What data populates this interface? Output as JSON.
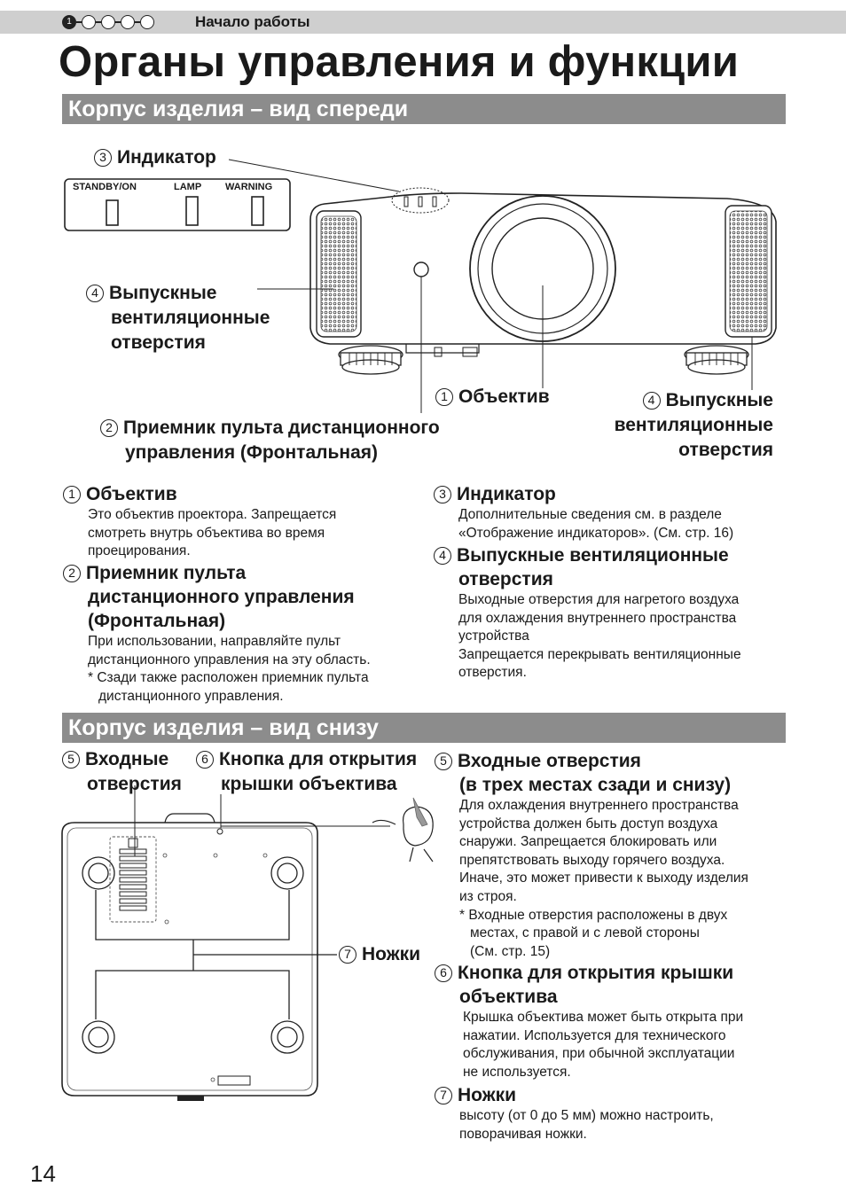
{
  "header": {
    "steps": [
      "1",
      "",
      "",
      "",
      ""
    ],
    "chapter": "Начало работы",
    "title": "Органы управления и функции"
  },
  "front": {
    "section_title": "Корпус изделия – вид спереди",
    "indicator_panel": {
      "standby": "STANDBY/ON",
      "lamp": "LAMP",
      "warning": "WARNING"
    },
    "callouts": {
      "indicator": {
        "num": "3",
        "text": "Индикатор"
      },
      "vents_left": {
        "num": "4",
        "lines": [
          "Выпускные",
          "вентиляционные",
          "отверстия"
        ]
      },
      "lens": {
        "num": "1",
        "text": "Объектив"
      },
      "vents_right": {
        "num": "4",
        "lines": [
          "Выпускные",
          "вентиляционные",
          "отверстия"
        ]
      },
      "receiver": {
        "num": "2",
        "lines": [
          "Приемник пульта дистанционного",
          "управления (Фронтальная)"
        ]
      }
    },
    "desc": {
      "lens": {
        "num": "1",
        "title": "Объектив",
        "lines": [
          "Это объектив проектора. Запрещается",
          "смотреть внутрь объектива во время",
          "проецирования."
        ]
      },
      "receiver": {
        "num": "2",
        "title_lines": [
          "Приемник пульта",
          "дистанционного управления",
          "(Фронтальная)"
        ],
        "lines": [
          "При использовании, направляйте пульт",
          "дистанционного управления на эту область."
        ],
        "note_lines": [
          "* Сзади также расположен приемник пульта",
          "дистанционного управления."
        ]
      },
      "indicator": {
        "num": "3",
        "title": "Индикатор",
        "lines": [
          "Дополнительные сведения см. в разделе",
          "«Отображение индикаторов». (См. стр. 16)"
        ]
      },
      "vents": {
        "num": "4",
        "title_lines": [
          "Выпускные вентиляционные",
          "отверстия"
        ],
        "lines": [
          "Выходные отверстия для нагретого воздуха",
          "для охлаждения внутреннего пространства",
          "устройства",
          "Запрещается перекрывать вентиляционные",
          "отверстия."
        ]
      }
    }
  },
  "bottom": {
    "section_title": "Корпус изделия – вид снизу",
    "callouts": {
      "intake": {
        "num": "5",
        "lines": [
          "Входные",
          "отверстия"
        ]
      },
      "lens_button": {
        "num": "6",
        "lines": [
          "Кнопка для открытия",
          "крышки объектива"
        ]
      },
      "feet": {
        "num": "7",
        "text": "Ножки"
      }
    },
    "desc": {
      "intake": {
        "num": "5",
        "title_lines": [
          "Входные отверстия",
          "(в трех местах сзади и снизу)"
        ],
        "lines": [
          "Для охлаждения внутреннего пространства",
          "устройства должен быть доступ воздуха",
          "снаружи. Запрещается блокировать или",
          "препятствовать выходу горячего воздуха.",
          "Иначе, это может привести к выходу изделия",
          "из строя."
        ],
        "note_lines": [
          "* Входные отверстия расположены в двух",
          "местах, с правой и с левой стороны",
          "(См. стр. 15)"
        ]
      },
      "lens_button": {
        "num": "6",
        "title_lines": [
          "Кнопка для открытия крышки",
          "объектива"
        ],
        "lines": [
          "Крышка объектива может быть открыта при",
          "нажатии. Используется для технического",
          "обслуживания, при обычной эксплуатации",
          "не используется."
        ]
      },
      "feet": {
        "num": "7",
        "title": "Ножки",
        "lines": [
          "высоту (от 0 до 5 мм) можно настроить,",
          "поворачивая ножки."
        ]
      }
    }
  },
  "page_number": "14"
}
